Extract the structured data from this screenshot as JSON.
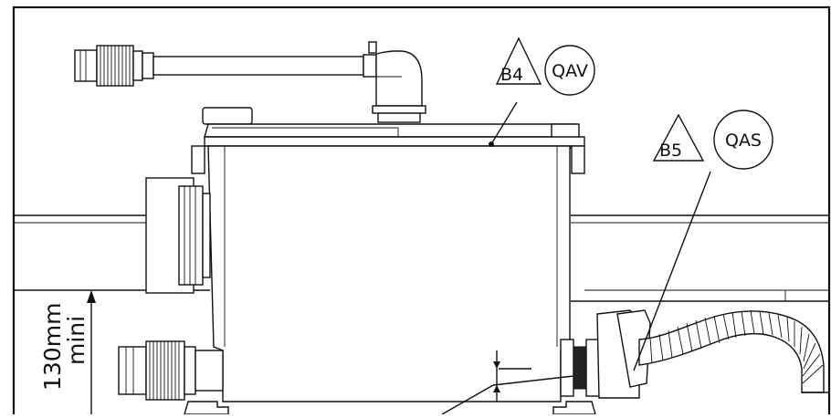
{
  "callouts": {
    "b4": {
      "triangle_label": "B4",
      "circle_label": "QAV"
    },
    "b5": {
      "triangle_label": "B5",
      "circle_label": "QAS"
    }
  },
  "dimension": {
    "line1": "130mm",
    "line2": "mini"
  },
  "colors": {
    "ink": "#111111",
    "paper": "#ffffff",
    "part_grey": "#d9d9d9"
  }
}
